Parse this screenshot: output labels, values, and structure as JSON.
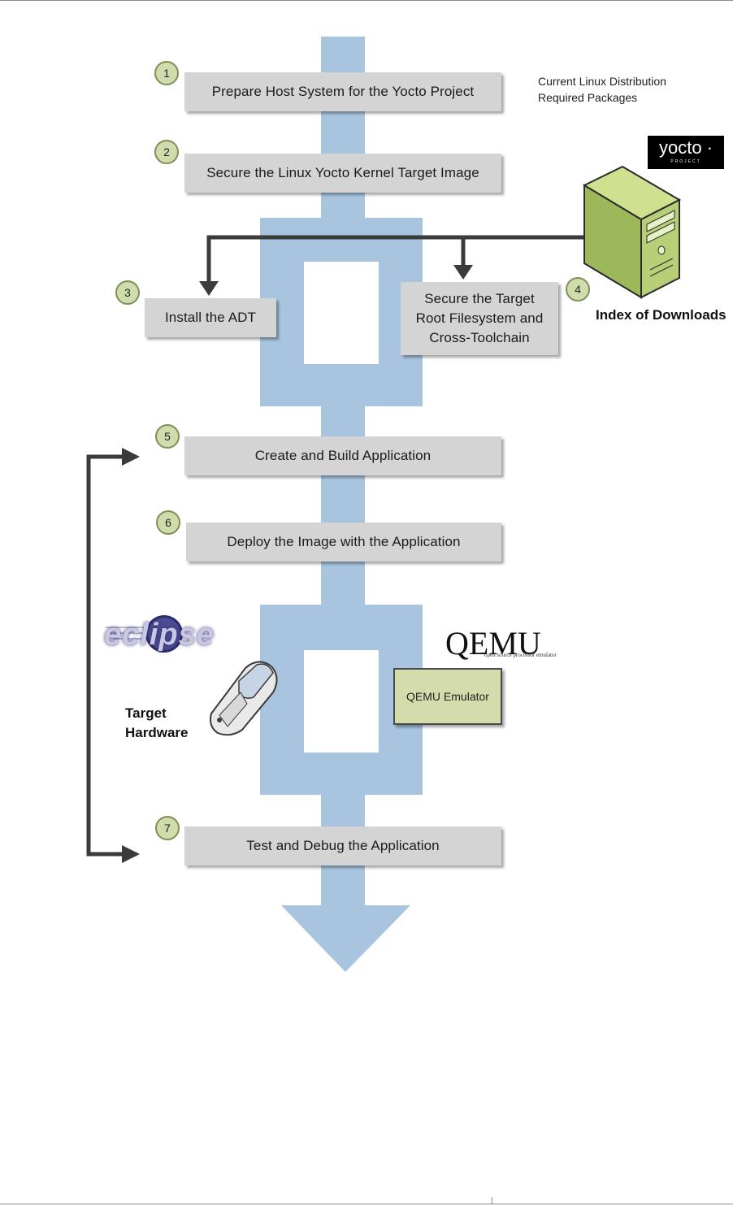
{
  "steps": [
    {
      "num": "1",
      "label": "Prepare Host System for the Yocto Project"
    },
    {
      "num": "2",
      "label": "Secure the Linux Yocto Kernel Target Image"
    },
    {
      "num": "3",
      "label": "Install the ADT"
    },
    {
      "num": "4",
      "label_lines": [
        "Secure the Target",
        "Root Filesystem and",
        "Cross-Toolchain"
      ]
    },
    {
      "num": "5",
      "label": "Create and Build Application"
    },
    {
      "num": "6",
      "label": "Deploy the Image with the Application"
    },
    {
      "num": "7",
      "label": "Test and Debug the Application"
    }
  ],
  "host_note": [
    "Current Linux Distribution",
    "Required Packages"
  ],
  "server_label": "Index of Downloads",
  "yocto_logo": {
    "main": "yocto",
    "dot": "·",
    "sub": "PROJECT"
  },
  "qemu_logo": {
    "main": "QEMU",
    "tagline": "open source processor emulator"
  },
  "emulator_label": "QEMU Emulator",
  "eclipse_logo": "eclipse",
  "target_hardware": [
    "Target",
    "Hardware"
  ],
  "colors": {
    "flow": "#a8c4df",
    "step_fill": "#d4d4d4",
    "number_fill": "#cfdcab",
    "emulator_fill": "#d5dcab",
    "arrow": "#3b3b3b",
    "server": "#a9c26b"
  },
  "icons": [
    "server-icon",
    "phone-icon",
    "eclipse-logo",
    "qemu-logo",
    "yocto-logo"
  ]
}
